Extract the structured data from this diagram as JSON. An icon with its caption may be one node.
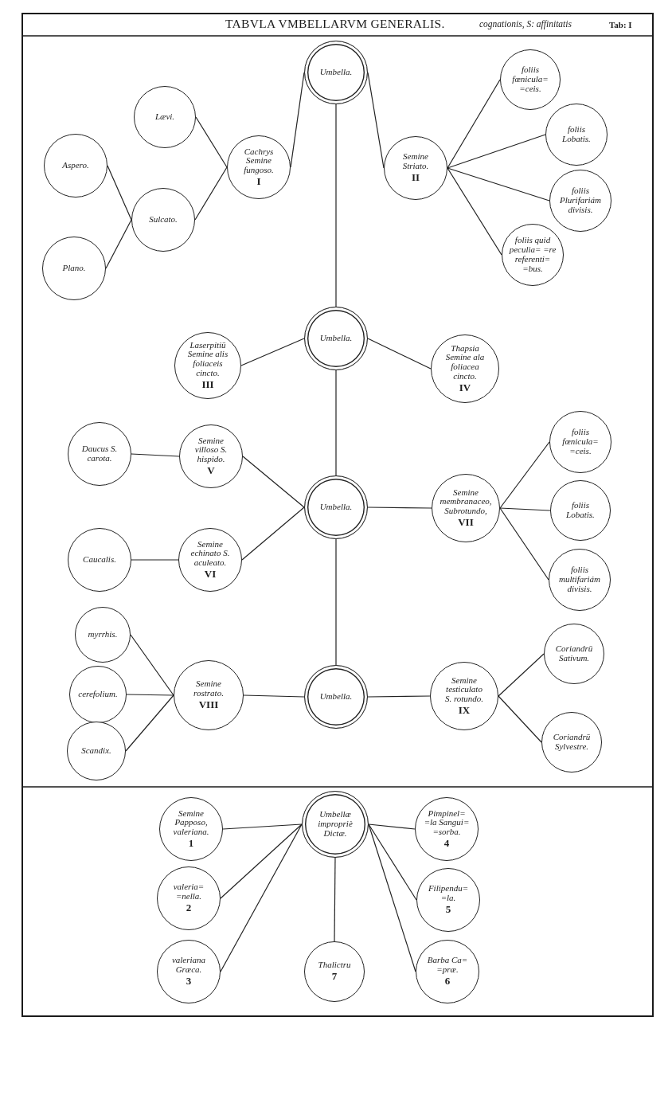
{
  "diagram": {
    "title": "TABVLA VMBELLARVM GENERALIS.",
    "nodes": [
      {
        "text": [
          "Umbella."
        ]
      },
      {
        "text": [
          "Lævi."
        ]
      },
      {
        "text": [
          "Aspero."
        ]
      },
      {
        "text": [
          "Sulcato."
        ]
      },
      {
        "text": [
          "Plano."
        ]
      },
      {
        "text": [
          "Cachrys Semine fungoso.",
          "I"
        ]
      },
      {
        "text": [
          "Semine Striato.",
          "II"
        ]
      },
      {
        "text": [
          "foliis fœnicula= =ceis."
        ]
      },
      {
        "text": [
          "foliis Lobatis."
        ]
      },
      {
        "text": [
          "foliis Plurifariám divisis."
        ]
      },
      {
        "text": [
          "foliis quid peculia= =re referenti= =bus."
        ]
      },
      {
        "text": [
          "Umbella."
        ]
      },
      {
        "text": [
          "Laserpitiū Semine alis foliaceis cincto.",
          "III"
        ]
      },
      {
        "text": [
          "Thapsia Semine ala foliacea cincto.",
          "IV"
        ]
      },
      {
        "text": [
          "Umbella."
        ]
      },
      {
        "text": [
          "Daucus S. carota."
        ]
      },
      {
        "text": [
          "Semine villoso S. hispido.",
          "V"
        ]
      },
      {
        "text": [
          "Caucalis."
        ]
      },
      {
        "text": [
          "Semine echinato S. aculeato.",
          "VI"
        ]
      },
      {
        "text": [
          "Semine membranaceo, Subrotundo,",
          "VII"
        ]
      },
      {
        "text": [
          "foliis fœnicula= =ceis."
        ]
      },
      {
        "text": [
          "foliis Lobatis."
        ]
      },
      {
        "text": [
          "foliis multifariám divisis."
        ]
      },
      {
        "text": [
          "Umbella."
        ]
      },
      {
        "text": [
          "myrrhis."
        ]
      },
      {
        "text": [
          "cerefolium."
        ]
      },
      {
        "text": [
          "Scandix."
        ]
      },
      {
        "text": [
          "Semine rostrato.",
          "VIII"
        ]
      },
      {
        "text": [
          "Semine testiculato S. rotundo.",
          "IX"
        ]
      },
      {
        "text": [
          "Coriandrū Sativum."
        ]
      },
      {
        "text": [
          "Coriandrū Sylvestre."
        ]
      },
      {
        "text": [
          "Umbellæ impropriè Dictæ."
        ]
      },
      {
        "text": [
          "Semine Papposo, valeriana.",
          "1"
        ]
      },
      {
        "text": [
          "valeria= =nella.",
          "2"
        ]
      },
      {
        "text": [
          "valeriana Græca.",
          "3"
        ]
      },
      {
        "text": [
          "Pimpinel= =la Sangui= =sorba.",
          "4"
        ]
      },
      {
        "text": [
          "Filipendu= =la.",
          "5"
        ]
      },
      {
        "text": [
          "Barba Ca= =præ.",
          "6"
        ]
      },
      {
        "text": [
          "Thalictru",
          "7"
        ]
      }
    ],
    "edges": [
      {
        "from": 0,
        "to": 5,
        "arrow": "none"
      },
      {
        "from": 0,
        "to": 6,
        "arrow": "none"
      },
      {
        "from": 5,
        "to": 1,
        "arrow": "none"
      },
      {
        "from": 5,
        "to": 3,
        "arrow": "none"
      },
      {
        "from": 3,
        "to": 2,
        "arrow": "none"
      },
      {
        "from": 3,
        "to": 4,
        "arrow": "none"
      },
      {
        "from": 6,
        "to": 7,
        "arrow": "none"
      },
      {
        "from": 6,
        "to": 8,
        "arrow": "none"
      },
      {
        "from": 6,
        "to": 9,
        "arrow": "none"
      },
      {
        "from": 6,
        "to": 10,
        "arrow": "none"
      },
      {
        "from": 0,
        "to": 11,
        "arrow": "none"
      },
      {
        "from": 11,
        "to": 12,
        "arrow": "none"
      },
      {
        "from": 11,
        "to": 13,
        "arrow": "none"
      },
      {
        "from": 11,
        "to": 14,
        "arrow": "none"
      },
      {
        "from": 14,
        "to": 16,
        "arrow": "none"
      },
      {
        "from": 16,
        "to": 15,
        "arrow": "none"
      },
      {
        "from": 14,
        "to": 18,
        "arrow": "none"
      },
      {
        "from": 18,
        "to": 17,
        "arrow": "none"
      },
      {
        "from": 14,
        "to": 19,
        "arrow": "none"
      },
      {
        "from": 19,
        "to": 20,
        "arrow": "none"
      },
      {
        "from": 19,
        "to": 21,
        "arrow": "none"
      },
      {
        "from": 19,
        "to": 22,
        "arrow": "none"
      },
      {
        "from": 14,
        "to": 23,
        "arrow": "none"
      },
      {
        "from": 23,
        "to": 27,
        "arrow": "none"
      },
      {
        "from": 27,
        "to": 24,
        "arrow": "none"
      },
      {
        "from": 27,
        "to": 25,
        "arrow": "none"
      },
      {
        "from": 27,
        "to": 26,
        "arrow": "none"
      },
      {
        "from": 23,
        "to": 28,
        "arrow": "none"
      },
      {
        "from": 28,
        "to": 29,
        "arrow": "none"
      },
      {
        "from": 28,
        "to": 30,
        "arrow": "none"
      },
      {
        "from": 31,
        "to": 32,
        "arrow": "none"
      },
      {
        "from": 31,
        "to": 33,
        "arrow": "none"
      },
      {
        "from": 31,
        "to": 34,
        "arrow": "none"
      },
      {
        "from": 31,
        "to": 35,
        "arrow": "none"
      },
      {
        "from": 31,
        "to": 36,
        "arrow": "none"
      },
      {
        "from": 31,
        "to": 37,
        "arrow": "none"
      },
      {
        "from": 31,
        "to": 38,
        "arrow": "none"
      }
    ],
    "labels": [
      "cognationis, S: affinitatis",
      "Tab: I"
    ]
  }
}
